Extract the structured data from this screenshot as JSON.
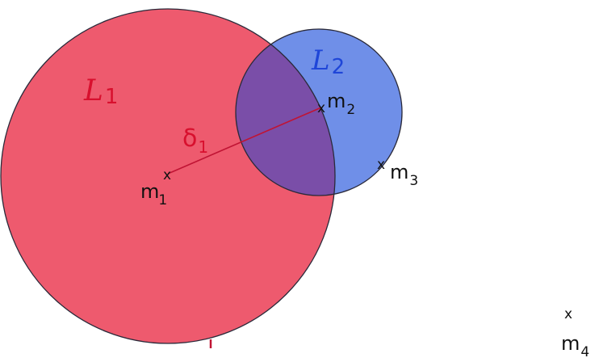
{
  "colors": {
    "region1_fill": "#ee5a6e",
    "region2_fill": "#6f8fe8",
    "overlap_fill": "#7a4ea8",
    "outline": "#2a2a3a",
    "red_label": "#d8102e",
    "blue_label": "#1f46d8",
    "black_label": "#111111",
    "line": "#c01434"
  },
  "labels": {
    "region1_letter": "L",
    "region1_sub": "1",
    "region2_letter": "L",
    "region2_sub": "2",
    "delta_letter": "δ",
    "delta_sub": "1",
    "m1_base": "m",
    "m1_sub": "1",
    "m2_base": "m",
    "m2_sub": "2",
    "m3_base": "m",
    "m3_sub": "3",
    "m4_base": "m",
    "m4_sub": "4",
    "cross": "x"
  }
}
